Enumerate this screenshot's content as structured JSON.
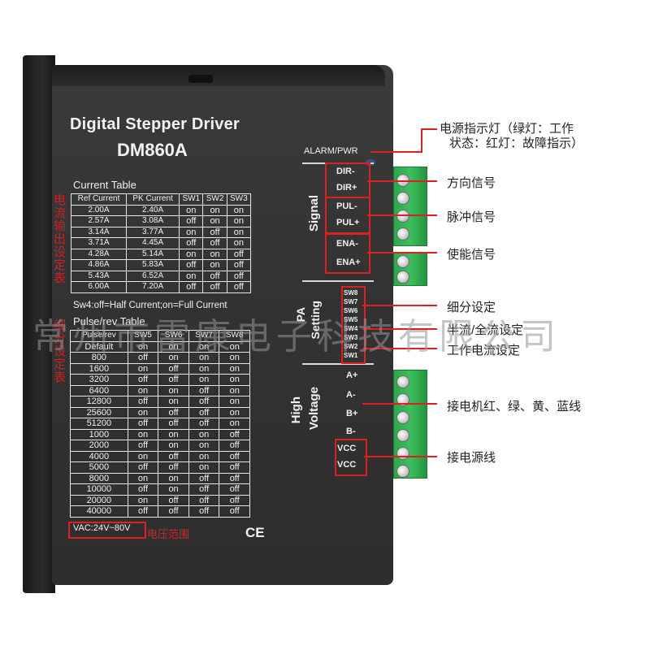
{
  "device": {
    "title_line1": "Digital Stepper Driver",
    "title_line2": "DM860A",
    "current_table": {
      "title": "Current  Table",
      "headers": [
        "Ref Current",
        "PK Current",
        "SW1",
        "SW2",
        "SW3"
      ],
      "rows": [
        [
          "2.00A",
          "2.40A",
          "on",
          "on",
          "on"
        ],
        [
          "2.57A",
          "3.08A",
          "off",
          "on",
          "on"
        ],
        [
          "3.14A",
          "3.77A",
          "on",
          "off",
          "on"
        ],
        [
          "3.71A",
          "4.45A",
          "off",
          "off",
          "on"
        ],
        [
          "4.28A",
          "5.14A",
          "on",
          "on",
          "off"
        ],
        [
          "4.86A",
          "5.83A",
          "off",
          "on",
          "off"
        ],
        [
          "5.43A",
          "6.52A",
          "on",
          "off",
          "off"
        ],
        [
          "6.00A",
          "7.20A",
          "off",
          "off",
          "off"
        ]
      ]
    },
    "sw4_note": "Sw4:off=Half Current;on=Full Current",
    "pulse_table": {
      "title": "Pulse/rev Table",
      "headers": [
        "Pulse/rev",
        "SW5",
        "SW6",
        "SW7",
        "SW8"
      ],
      "rows": [
        [
          "Default",
          "on",
          "on",
          "on",
          "on"
        ],
        [
          "800",
          "off",
          "on",
          "on",
          "on"
        ],
        [
          "1600",
          "on",
          "off",
          "on",
          "on"
        ],
        [
          "3200",
          "off",
          "off",
          "on",
          "on"
        ],
        [
          "6400",
          "on",
          "on",
          "off",
          "on"
        ],
        [
          "12800",
          "off",
          "on",
          "off",
          "on"
        ],
        [
          "25600",
          "on",
          "off",
          "off",
          "on"
        ],
        [
          "51200",
          "off",
          "off",
          "off",
          "on"
        ],
        [
          "1000",
          "on",
          "on",
          "on",
          "off"
        ],
        [
          "2000",
          "off",
          "on",
          "on",
          "off"
        ],
        [
          "4000",
          "on",
          "off",
          "on",
          "off"
        ],
        [
          "5000",
          "off",
          "off",
          "on",
          "off"
        ],
        [
          "8000",
          "on",
          "on",
          "off",
          "off"
        ],
        [
          "10000",
          "off",
          "on",
          "off",
          "off"
        ],
        [
          "20000",
          "on",
          "off",
          "off",
          "off"
        ],
        [
          "40000",
          "off",
          "off",
          "off",
          "off"
        ]
      ]
    },
    "vac": "VAC:24V~80V",
    "ce_mark": "CE",
    "alarm_label": "ALARM/PWR",
    "signal_label": "Signal",
    "pa_label": "PA",
    "setting_label": "Setting",
    "high_label": "High",
    "voltage_label": "Voltage",
    "signal_terminals": [
      "DIR-",
      "DIR+",
      "PUL-",
      "PUL+",
      "ENA-",
      "ENA+"
    ],
    "dip_switches": [
      "SW8",
      "SW7",
      "SW6",
      "SW5",
      "SW4",
      "SW3",
      "SW2",
      "SW1"
    ],
    "power_terminals": [
      "A+",
      "A-",
      "B+",
      "B-",
      "VCC",
      "VCC"
    ]
  },
  "annotations": {
    "current_table_cn": "电流输出设定表",
    "pulse_table_cn": "细分设定表",
    "voltage_range_cn": "电压范围",
    "power_indicator_line1": "电源指示灯（绿灯：工作",
    "power_indicator_line2": "状态：红灯：故障指示）",
    "direction": "方向信号",
    "pulse": "脉冲信号",
    "enable": "使能信号",
    "microstep": "细分设定",
    "half_full": "半流/全流设定",
    "working_current": "工作电流设定",
    "motor_wires": "接电机红、绿、黄、蓝线",
    "power_wire": "接电源线"
  },
  "watermark": "常州市雷康电子科技有限公司",
  "colors": {
    "annotation_red": "#e02020",
    "connector_green": "#2fb552",
    "device_body": "#333333"
  }
}
